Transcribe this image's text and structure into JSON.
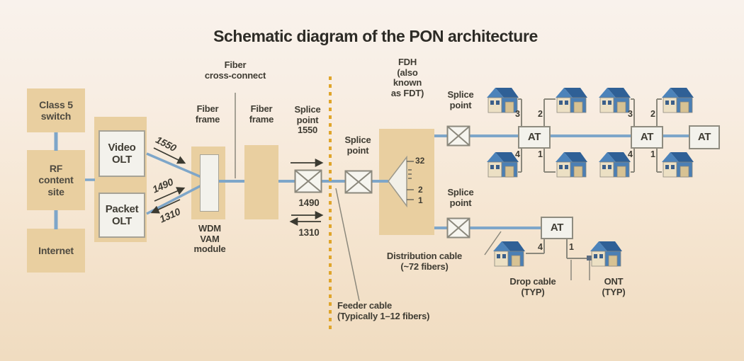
{
  "title": "Schematic diagram of the PON architecture",
  "left_chain": {
    "class5": "Class 5\nswitch",
    "rf": "RF\ncontent\nsite",
    "internet": "Internet"
  },
  "olt": {
    "video": "Video\nOLT",
    "packet": "Packet\nOLT"
  },
  "wavelengths": {
    "w1550": "1550",
    "w1490": "1490",
    "w1310": "1310"
  },
  "cross_connect": {
    "label": "Fiber\ncross-connect",
    "frame_left": "Fiber\nframe",
    "frame_right": "Fiber\nframe",
    "wdm": "WDM\nVAM\nmodule"
  },
  "splice_points": {
    "first": "Splice\npoint\n1550",
    "feeder": "Splice\npoint",
    "top": "Splice\npoint",
    "bottom": "Splice\npoint"
  },
  "fdh": {
    "label": "FDH\n(also\nknown\nas FDT)",
    "port_32": "32",
    "port_2": "2",
    "port_1": "1"
  },
  "at_label": "AT",
  "ports": {
    "p1": "1",
    "p2": "2",
    "p3": "3",
    "p4": "4"
  },
  "cables": {
    "distribution": "Distribution cable\n(~72 fibers)",
    "feeder": "Feeder cable\n(Typically 1–12 fibers)",
    "drop": "Drop cable\n(TYP)",
    "ont": "ONT\n(TYP)"
  },
  "colors": {
    "background_top": "#f9f2ec",
    "background_bottom": "#f0dcc0",
    "panel_tan": "#e9cfa0",
    "fiber_blue": "#7ea6c9",
    "dashed_orange": "#e0a52b",
    "house_roof_blue": "#2f6096",
    "text_dark": "#3f3c33"
  }
}
